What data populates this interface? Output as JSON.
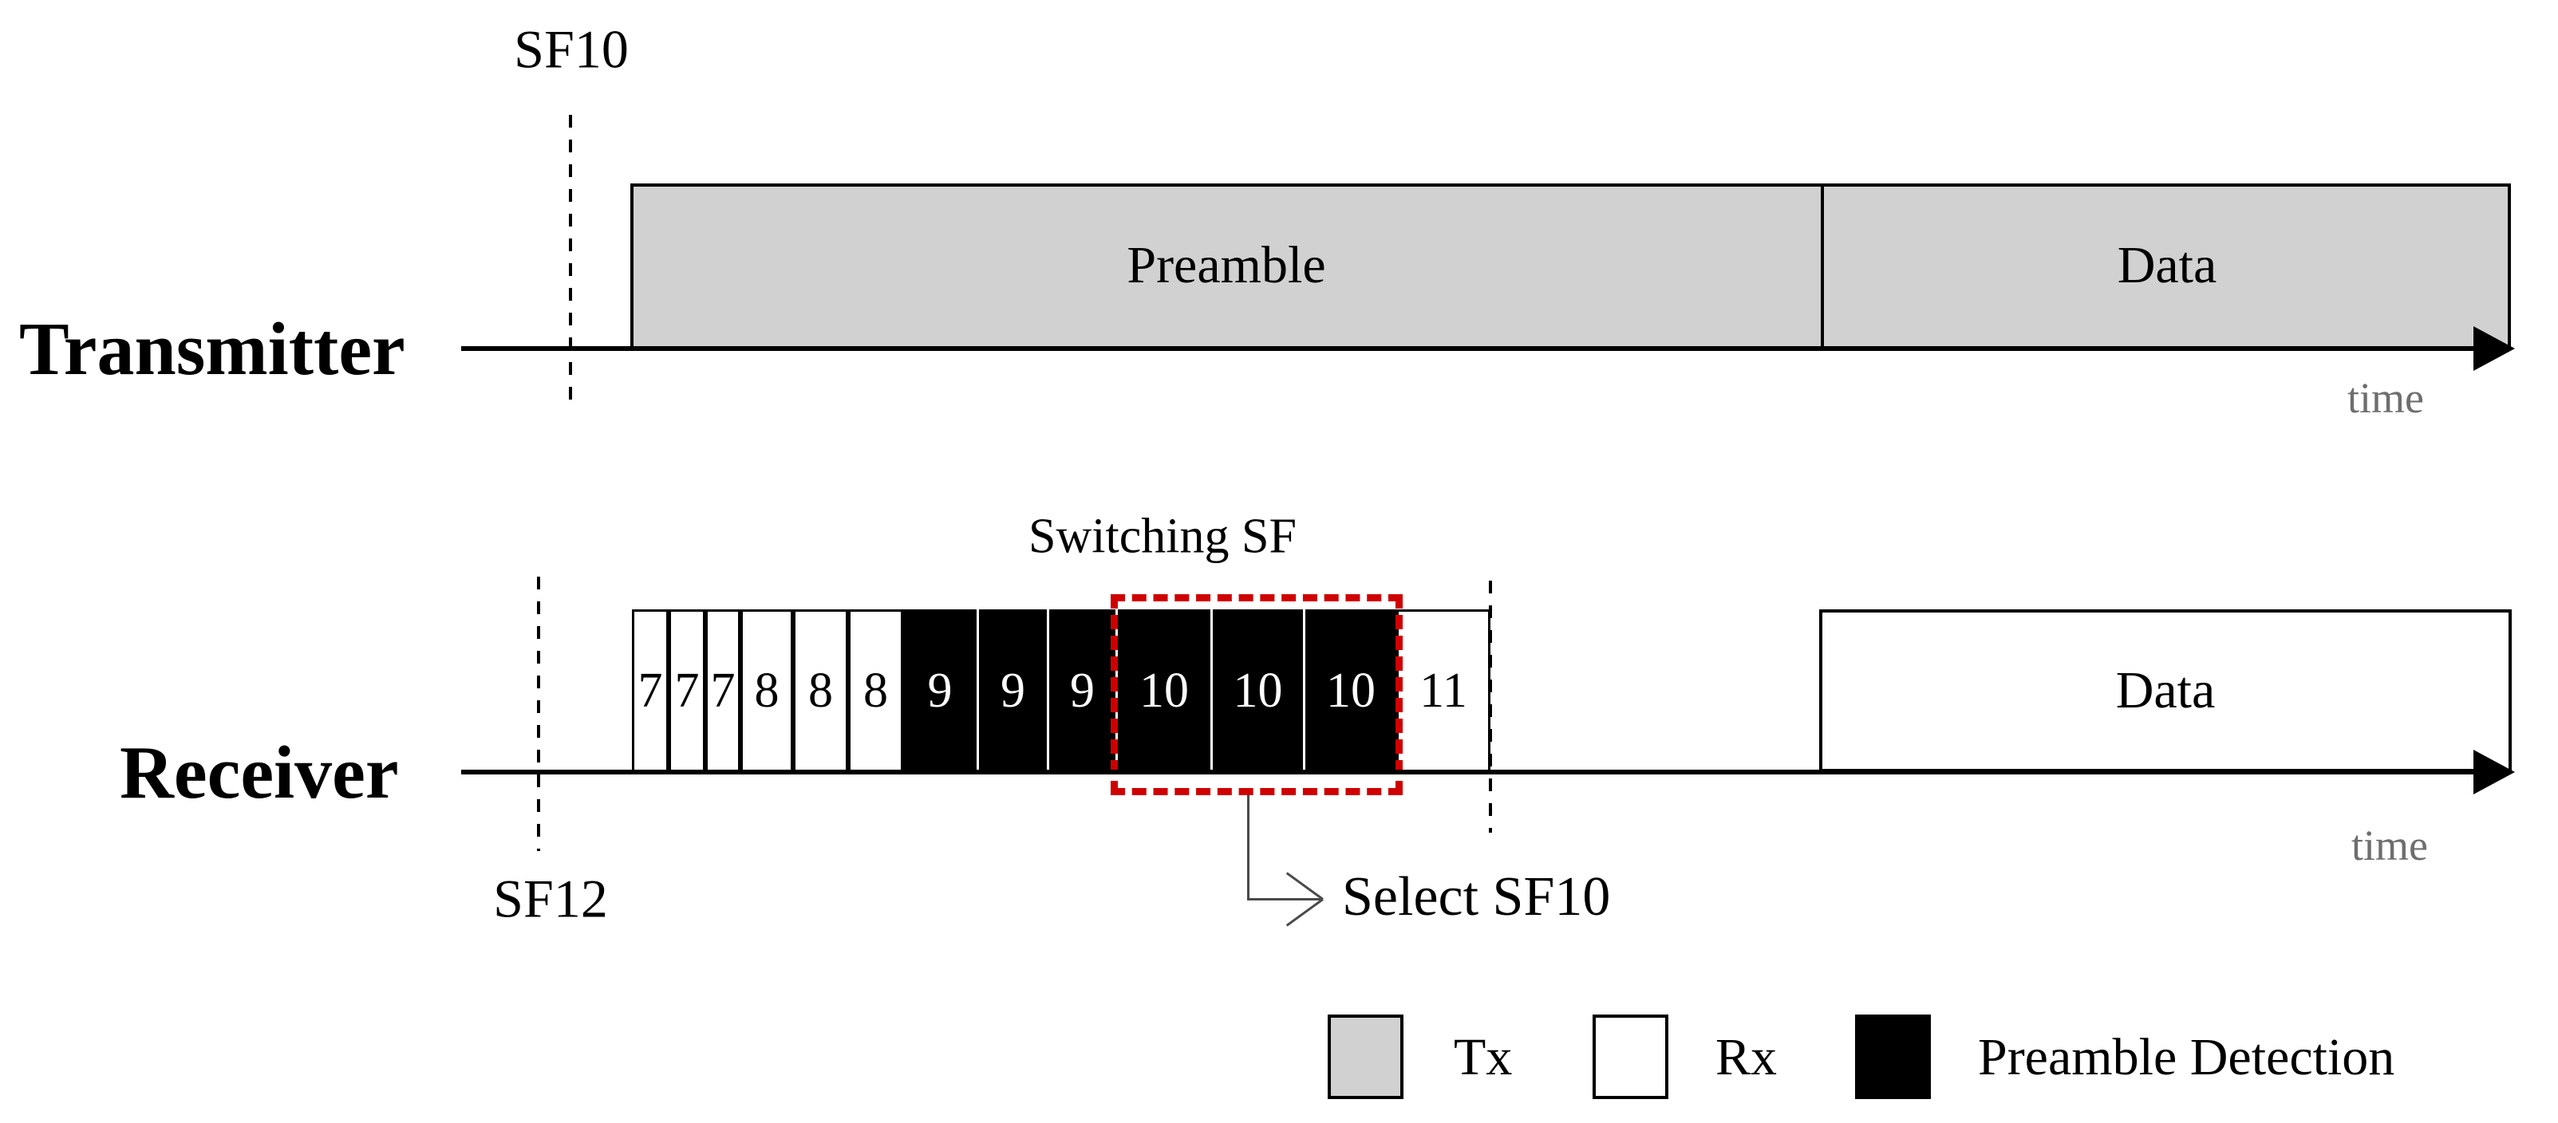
{
  "diagram": {
    "transmitter": {
      "label": "Transmitter",
      "sf_marker": "SF10",
      "preamble_label": "Preamble",
      "data_label": "Data",
      "time_label": "time"
    },
    "receiver": {
      "label": "Receiver",
      "sf_marker": "SF12",
      "switching_label": "Switching SF",
      "select_label": "Select SF10",
      "data_label": "Data",
      "time_label": "time",
      "slots": [
        {
          "label": "7",
          "type": "rx"
        },
        {
          "label": "7",
          "type": "rx"
        },
        {
          "label": "7",
          "type": "rx"
        },
        {
          "label": "8",
          "type": "rx"
        },
        {
          "label": "8",
          "type": "rx"
        },
        {
          "label": "8",
          "type": "rx"
        },
        {
          "label": "9",
          "type": "det"
        },
        {
          "label": "9",
          "type": "det"
        },
        {
          "label": "9",
          "type": "det"
        },
        {
          "label": "10",
          "type": "det"
        },
        {
          "label": "10",
          "type": "det"
        },
        {
          "label": "10",
          "type": "det"
        },
        {
          "label": "11",
          "type": "rx"
        }
      ]
    },
    "legend": [
      {
        "swatch": "tx",
        "label": "Tx"
      },
      {
        "swatch": "rx",
        "label": "Rx"
      },
      {
        "swatch": "detection",
        "label": "Preamble Detection"
      }
    ],
    "colors": {
      "tx_fill": "#d1d1d1",
      "rx_fill": "#ffffff",
      "detection_fill": "#000000",
      "highlight_red": "#cf0000",
      "time_gray": "#6e6e6e"
    }
  }
}
